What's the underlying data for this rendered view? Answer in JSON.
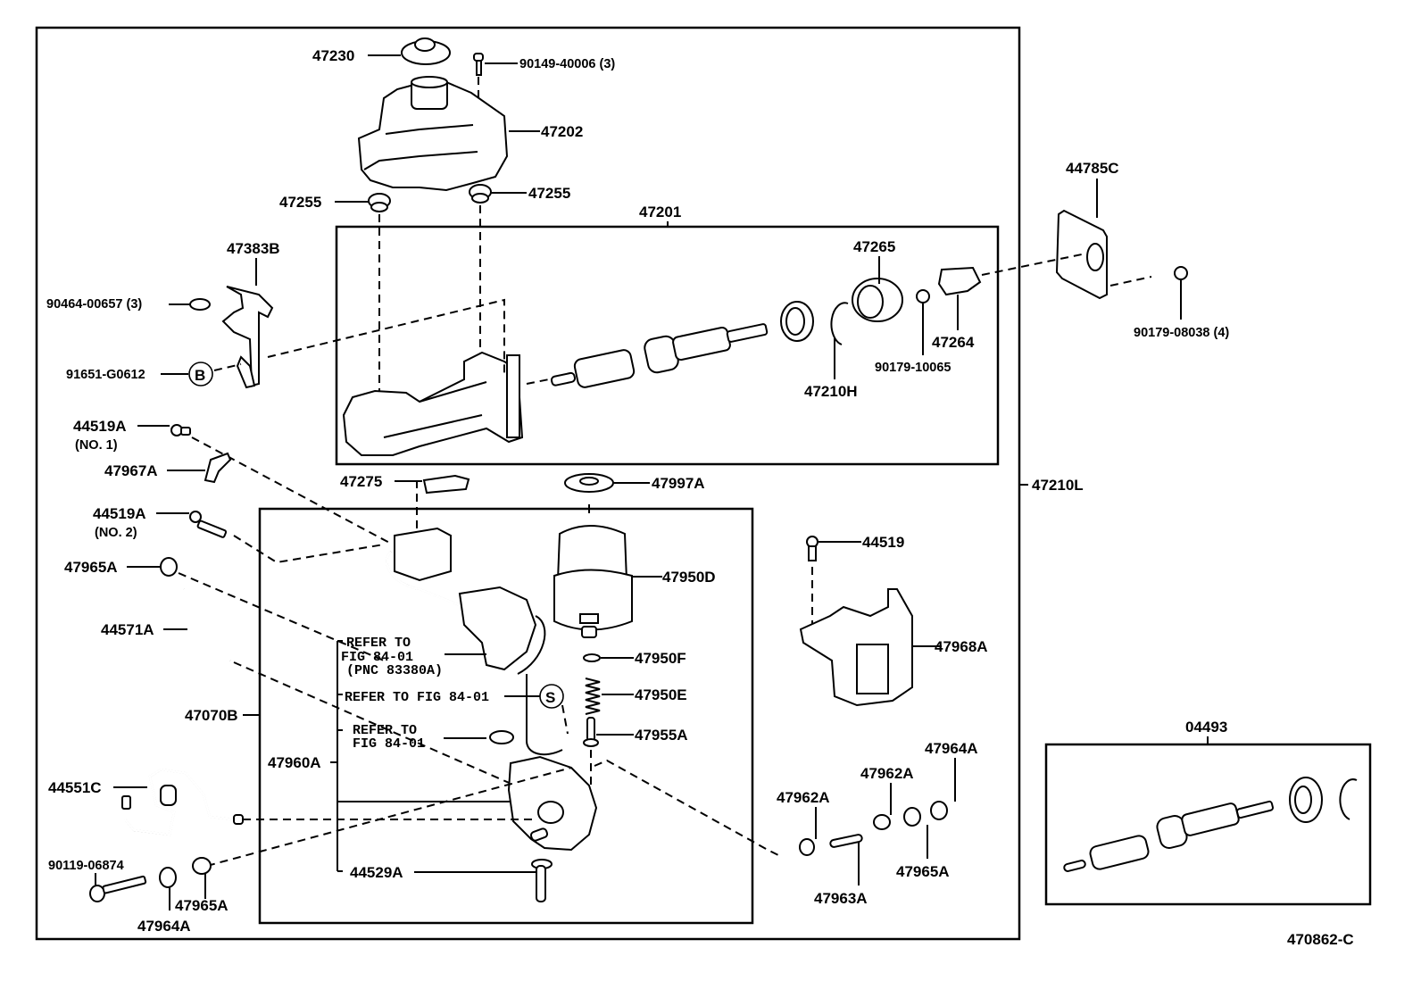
{
  "diagram": {
    "figure_id": "470862-C",
    "colors": {
      "ink": "#000000",
      "paper": "#ffffff"
    },
    "assemblies": {
      "master_cylinder_kit": "47201",
      "brake_booster_assy": "47210L",
      "pump_motor_assy": "47070B",
      "accumulator_kit": "04493"
    },
    "parts": {
      "p47230": "47230",
      "p90149": "90149-40006 (3)",
      "p47202": "47202",
      "p47255a": "47255",
      "p47255b": "47255",
      "p47383B": "47383B",
      "p90464": "90464-00657 (3)",
      "p91651": "91651-G0612",
      "p47265": "47265",
      "p47264": "47264",
      "p90179_10065": "90179-10065",
      "p47210H": "47210H",
      "p44785C": "44785C",
      "p90179_08038": "90179-08038 (4)",
      "p44519A_1": "44519A",
      "p44519A_1_note": "(NO. 1)",
      "p47967A": "47967A",
      "p44519A_2": "44519A",
      "p44519A_2_note": "(NO. 2)",
      "p47965A_a": "47965A",
      "p44571A": "44571A",
      "p47275": "47275",
      "p47997A": "47997A",
      "p47950D": "47950D",
      "p47950F": "47950F",
      "p47950E": "47950E",
      "p47955A": "47955A",
      "p47960A": "47960A",
      "p44529A": "44529A",
      "p44519": "44519",
      "p47968A": "47968A",
      "p44551C": "44551C",
      "p90119": "90119-06874",
      "p47964A_a": "47964A",
      "p47965A_b": "47965A",
      "p47962A_a": "47962A",
      "p47962A_b": "47962A",
      "p47964A_b": "47964A",
      "p47963A": "47963A",
      "p47965A_c": "47965A"
    },
    "references": {
      "ref1_line1": "REFER TO",
      "ref1_line2": "FIG 84-01",
      "ref1_line3": "(PNC 83380A)",
      "ref2": "REFER TO FIG 84-01",
      "ref3_line1": "REFER TO",
      "ref3_line2": "FIG 84-01"
    },
    "callout_symbols": {
      "bolt_marker": "B",
      "switch_marker": "S"
    }
  }
}
